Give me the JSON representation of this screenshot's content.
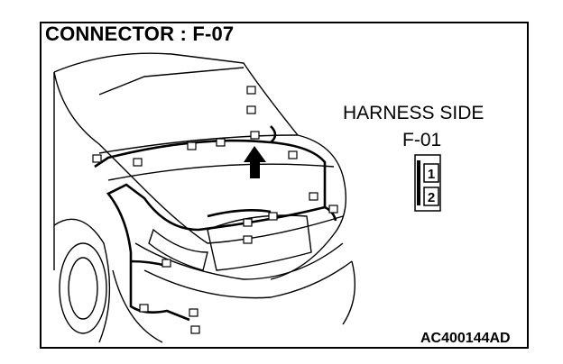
{
  "diagram": {
    "title": "CONNECTOR : F-07",
    "harness_side_label": "HARNESS SIDE",
    "connector_id": "F-01",
    "pins": [
      "1",
      "2"
    ],
    "figure_code": "AC400144AD"
  },
  "colors": {
    "line": "#000000",
    "background": "#ffffff",
    "connector_fill": "#d9d9d9"
  },
  "icons": [
    "car-trunk-illustration",
    "arrow-up-icon",
    "connector-icon"
  ]
}
